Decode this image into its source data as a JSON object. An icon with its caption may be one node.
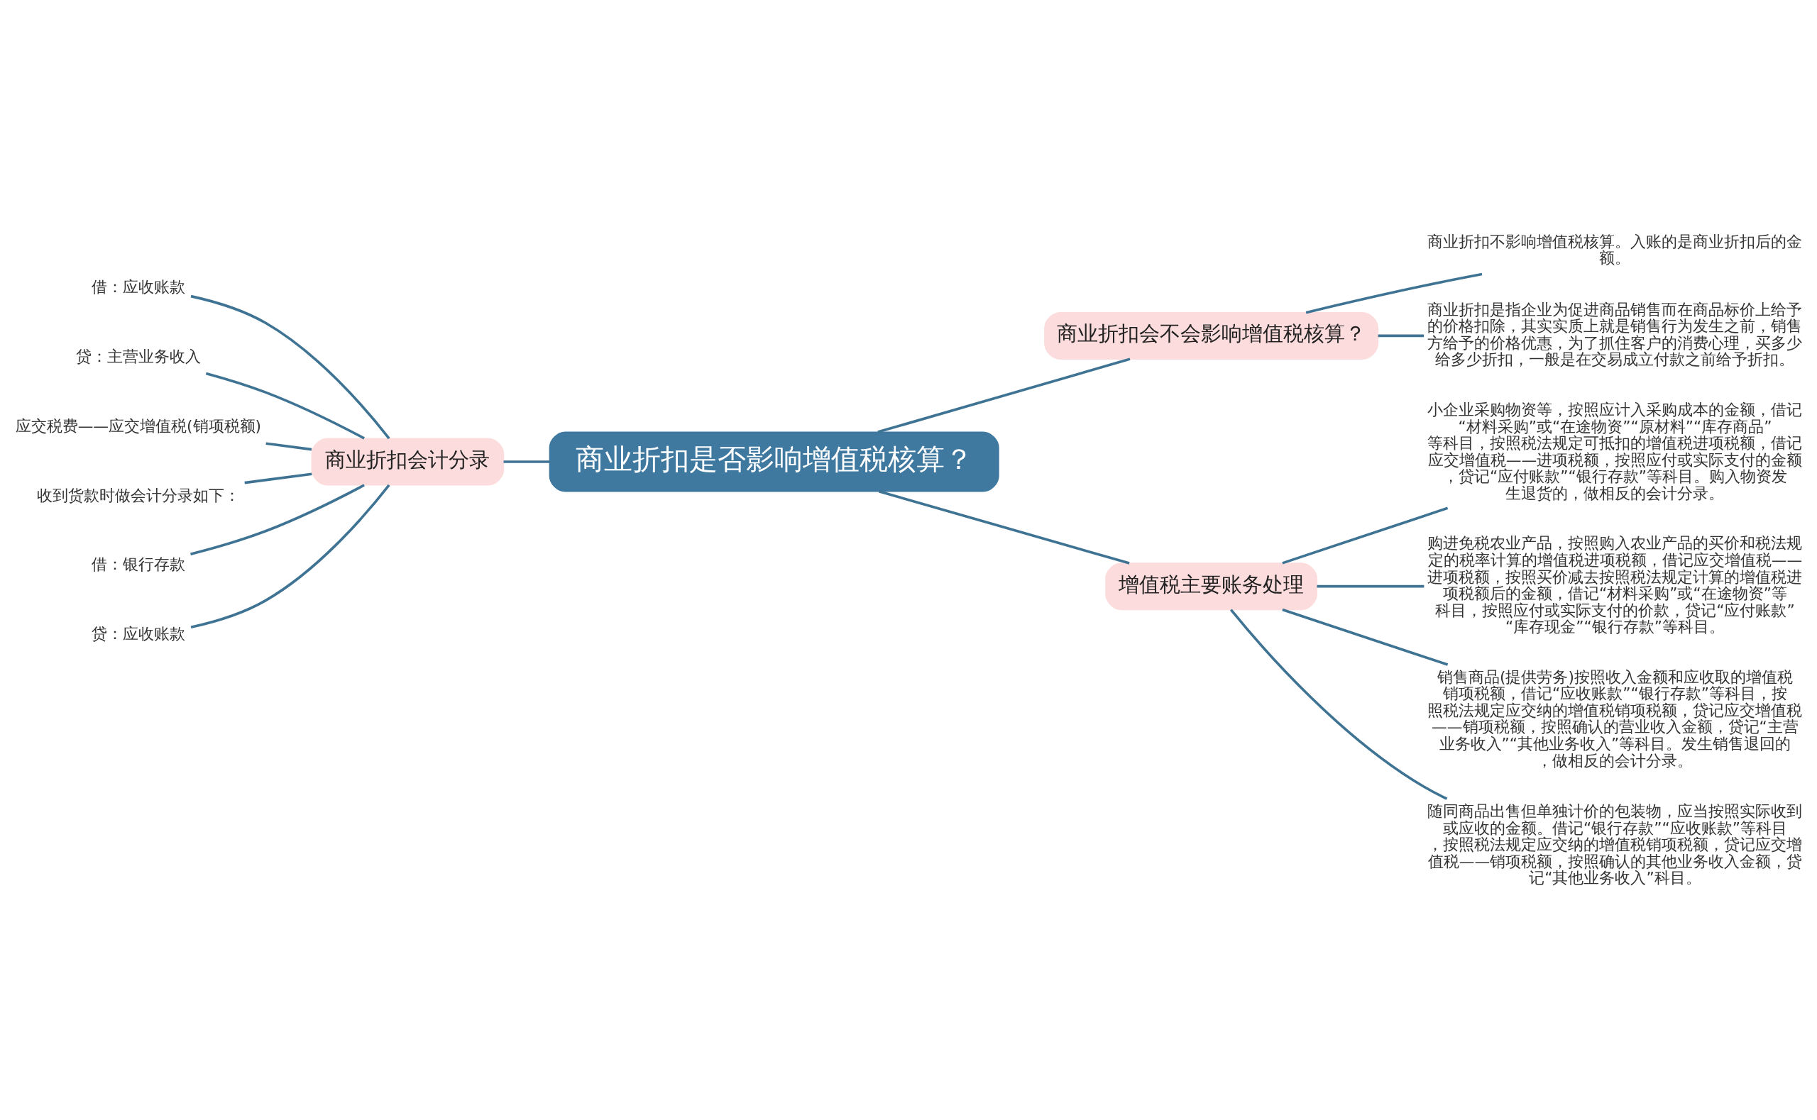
{
  "diagram": {
    "nodes": [
      {
        "text": [
          "商业折扣是否影响增值税核算？"
        ]
      },
      {
        "text": [
          "商业折扣会计分录"
        ]
      },
      {
        "text": [
          "借：应收账款"
        ]
      },
      {
        "text": [
          "贷：主营业务收入"
        ]
      },
      {
        "text": [
          "应交税费——应交增值税(销项税额)"
        ]
      },
      {
        "text": [
          "收到货款时做会计分录如下："
        ]
      },
      {
        "text": [
          "借：银行存款"
        ]
      },
      {
        "text": [
          "贷：应收账款"
        ]
      },
      {
        "text": [
          "商业折扣会不会影响增值税核算？"
        ]
      },
      {
        "text": [
          "商业折扣不影响增值税核算。入账的是商业折扣后的金额。"
        ]
      },
      {
        "text": [
          "商业折扣是指企业为促进商品销售而在商品标价上给予的价格扣除，其实实质上就是销售行为发生之前，销售方给予的价格优惠，为了抓住客户的消费心理，买多少给多少折扣，一般是在交易成立付款之前给予折扣。"
        ]
      },
      {
        "text": [
          "增值税主要账务处理"
        ]
      },
      {
        "text": [
          "小企业采购物资等，按照应计入采购成本的金额，借记“材料采购”或“在途物资”“原材料”“库存商品”等科目，按照税法规定可抵扣的增值税进项税额，借记应交增值税——进项税额，按照应付或实际支付的金额，贷记“应付账款”“银行存款”等科目。购入物资发生退货的，做相反的会计分录。"
        ]
      },
      {
        "text": [
          "购进免税农业产品，按照购入农业产品的买价和税法规定的税率计算的增值税进项税额，借记应交增值税——进项税额，按照买价减去按照税法规定计算的增值税进项税额后的金额，借记“材料采购”或“在途物资”等科目，按照应付或实际支付的价款，贷记“应付账款”“库存现金”“银行存款”等科目。"
        ]
      },
      {
        "text": [
          "销售商品(提供劳务)按照收入金额和应收取的增值税销项税额，借记“应收账款”“银行存款”等科目，按照税法规定应交纳的增值税销项税额，贷记应交增值税——销项税额，按照确认的营业收入金额，贷记“主营业务收入”“其他业务收入”等科目。发生销售退回的，做相反的会计分录。"
        ]
      },
      {
        "text": [
          "随同商品出售但单独计价的包装物，应当按照实际收到或应收的金额。借记“银行存款”“应收账款”等科目，按照税法规定应交纳的增值税销项税额，贷记应交增值税——销项税额，按照确认的其他业务收入金额，贷记“其他业务收入”科目。"
        ]
      }
    ],
    "edges": [
      {
        "from": 1,
        "to": 0,
        "arrow": "none"
      },
      {
        "from": 2,
        "to": 1,
        "arrow": "none"
      },
      {
        "from": 3,
        "to": 1,
        "arrow": "none"
      },
      {
        "from": 4,
        "to": 1,
        "arrow": "none"
      },
      {
        "from": 5,
        "to": 1,
        "arrow": "none"
      },
      {
        "from": 6,
        "to": 1,
        "arrow": "none"
      },
      {
        "from": 7,
        "to": 1,
        "arrow": "none"
      },
      {
        "from": 0,
        "to": 8,
        "arrow": "none"
      },
      {
        "from": 8,
        "to": 9,
        "arrow": "none"
      },
      {
        "from": 8,
        "to": 10,
        "arrow": "none"
      },
      {
        "from": 0,
        "to": 11,
        "arrow": "none"
      },
      {
        "from": 11,
        "to": 12,
        "arrow": "none"
      },
      {
        "from": 11,
        "to": 13,
        "arrow": "none"
      },
      {
        "from": 11,
        "to": 14,
        "arrow": "none"
      },
      {
        "from": 11,
        "to": 15,
        "arrow": "none"
      }
    ]
  }
}
